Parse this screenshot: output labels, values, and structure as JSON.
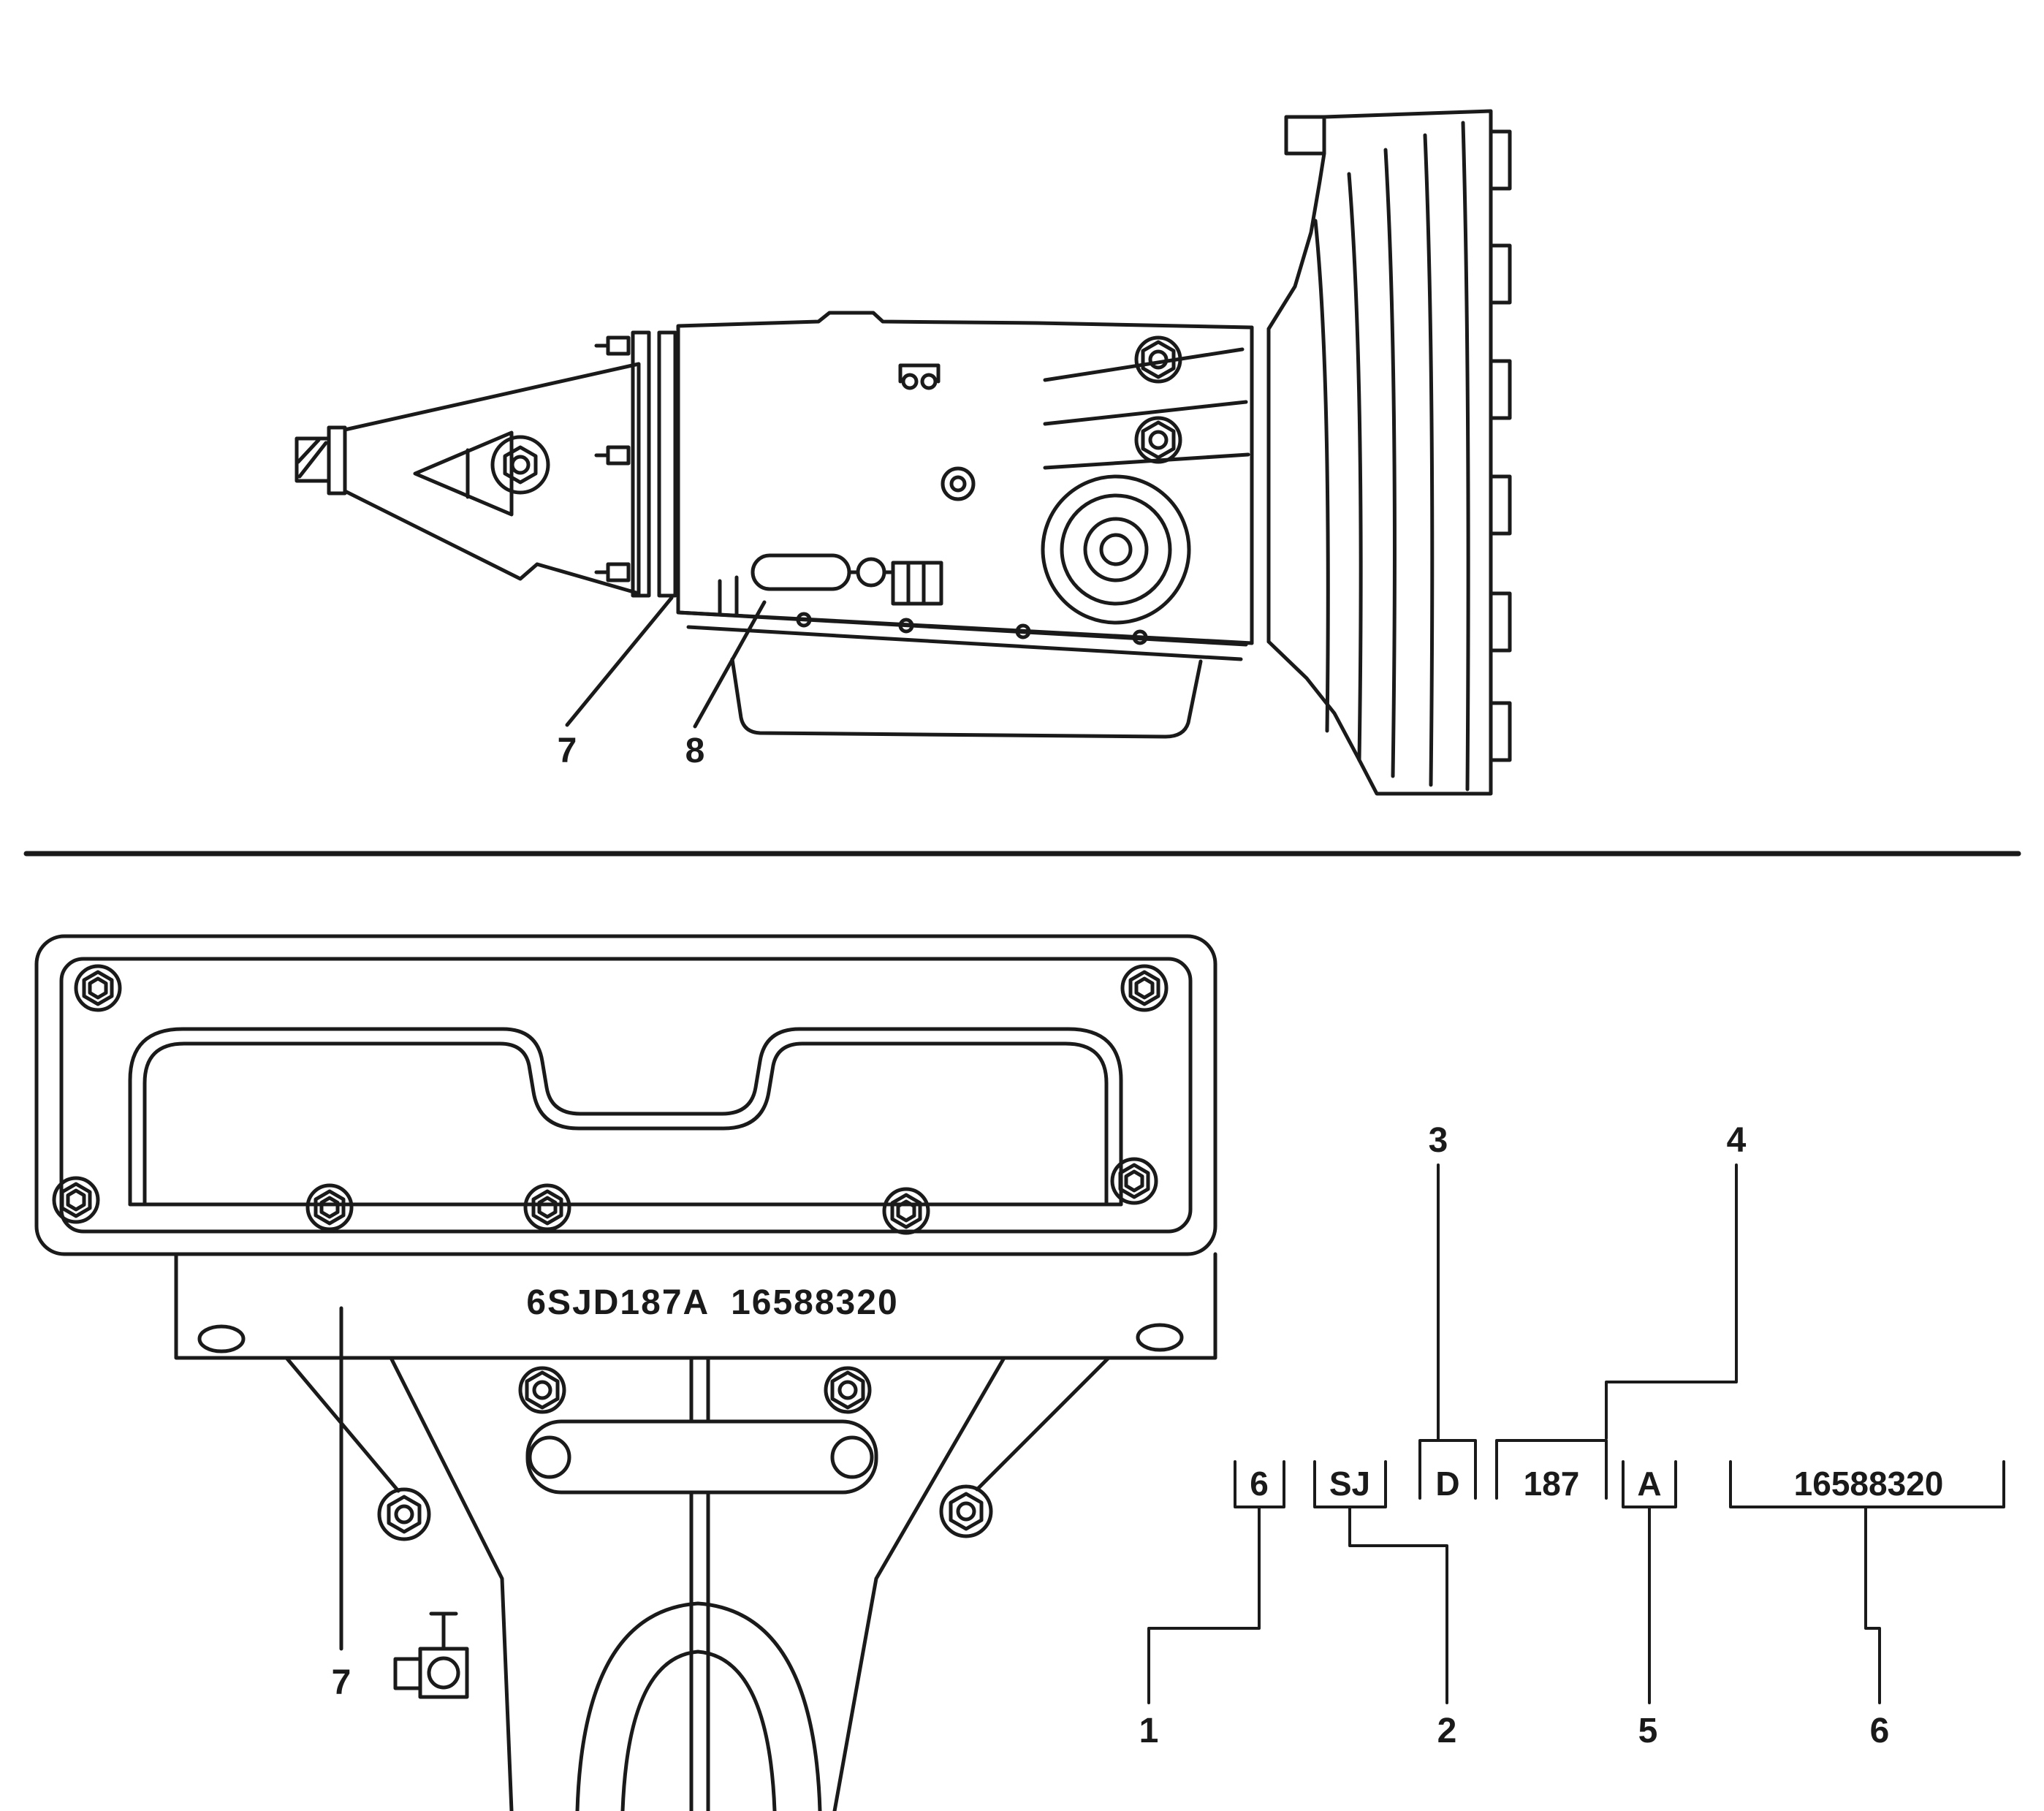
{
  "colors": {
    "line": "#1a1a1a",
    "background": "#ffffff"
  },
  "figure_top": {
    "description": "Automatic transmission side view",
    "callouts": [
      {
        "label": "7"
      },
      {
        "label": "8"
      }
    ]
  },
  "figure_bottom": {
    "description": "Transmission case flange with identification stamp",
    "stamp_text": "6SJD187A  16588320",
    "callout": {
      "label": "7"
    }
  },
  "id_breakdown": {
    "segments": [
      {
        "text": "6",
        "callout": "1",
        "callout_position": "below"
      },
      {
        "text": "SJ",
        "callout": "2",
        "callout_position": "below"
      },
      {
        "text": "D",
        "callout": "3",
        "callout_position": "above"
      },
      {
        "text": "187",
        "callout": "4",
        "callout_position": "above"
      },
      {
        "text": "A",
        "callout": "5",
        "callout_position": "below"
      },
      {
        "text": "16588320",
        "callout": "6",
        "callout_position": "below"
      }
    ]
  }
}
